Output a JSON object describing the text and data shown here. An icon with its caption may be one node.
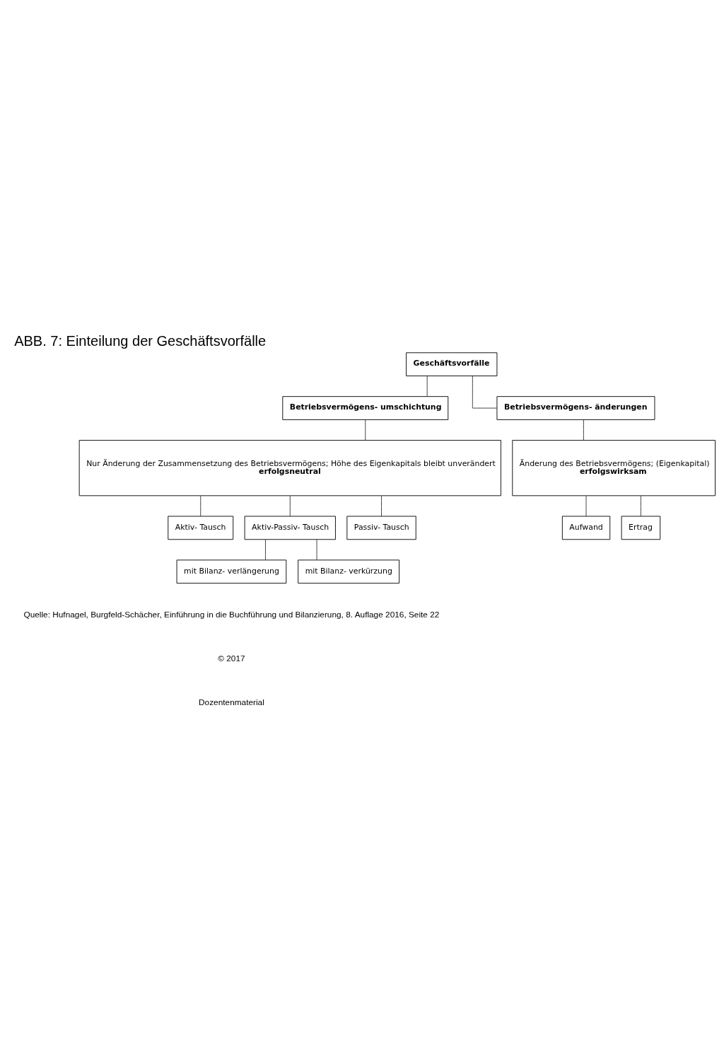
{
  "diagram": {
    "title": "ABB. 7: Einteilung der Geschäftsvorfälle",
    "nodes": [
      {
        "text": [
          "Geschäftsvorfälle"
        ]
      },
      {
        "text": [
          "Betriebsvermögens- umschichtung"
        ]
      },
      {
        "text": [
          "Betriebsvermögens- änderungen"
        ]
      },
      {
        "text": [
          "Nur Änderung der Zusammensetzung des Betriebsvermögens; Höhe des Eigenkapitals bleibt unverändert",
          "erfolgsneutral"
        ]
      },
      {
        "text": [
          "Änderung des Betriebsvermögens; (Eigenkapital)",
          "erfolgswirksam"
        ]
      },
      {
        "text": [
          "Aktiv- Tausch"
        ]
      },
      {
        "text": [
          "Aktiv-Passiv- Tausch"
        ]
      },
      {
        "text": [
          "Passiv- Tausch"
        ]
      },
      {
        "text": [
          "Aufwand"
        ]
      },
      {
        "text": [
          "Ertrag"
        ]
      },
      {
        "text": [
          "mit Bilanz- verlängerung"
        ]
      },
      {
        "text": [
          "mit Bilanz- verkürzung"
        ]
      }
    ],
    "edges": [
      {
        "from": 0,
        "to": 1,
        "arrow": "none"
      },
      {
        "from": 0,
        "to": 2,
        "arrow": "none"
      },
      {
        "from": 1,
        "to": 3,
        "arrow": "none"
      },
      {
        "from": 2,
        "to": 4,
        "arrow": "none"
      },
      {
        "from": 3,
        "to": 5,
        "arrow": "none"
      },
      {
        "from": 3,
        "to": 6,
        "arrow": "none"
      },
      {
        "from": 3,
        "to": 7,
        "arrow": "none"
      },
      {
        "from": 4,
        "to": 8,
        "arrow": "none"
      },
      {
        "from": 4,
        "to": 9,
        "arrow": "none"
      },
      {
        "from": 6,
        "to": 10,
        "arrow": "none"
      },
      {
        "from": 6,
        "to": 11,
        "arrow": "none"
      }
    ],
    "labels": [
      "Quelle: Hufnagel, Burgfeld-Schächer, Einführung in die Buchführung und Bilanzierung, 8. Auflage 2016, Seite 22",
      "© 2017",
      "Dozentenmaterial"
    ]
  }
}
